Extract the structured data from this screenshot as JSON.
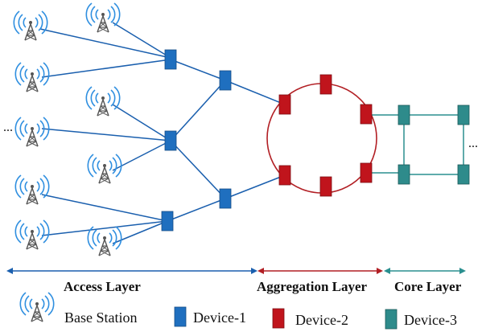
{
  "layers": {
    "access": "Access Layer",
    "aggregation": "Aggregation Layer",
    "core": "Core Layer"
  },
  "legend": {
    "base_station": "Base Station",
    "device1": "Device-1",
    "device2": "Device-2",
    "device3": "Device-3"
  },
  "ellipsis": "...",
  "colors": {
    "device1": "#1f6fbf",
    "device2": "#c0141c",
    "device3": "#2e8b8b",
    "access_link": "#1a5fae",
    "aggregation_link": "#b21f24",
    "core_link": "#2a8f8f",
    "antenna_wave": "#2f8fe0"
  },
  "icons": {
    "base_station": "radio-tower-icon"
  }
}
